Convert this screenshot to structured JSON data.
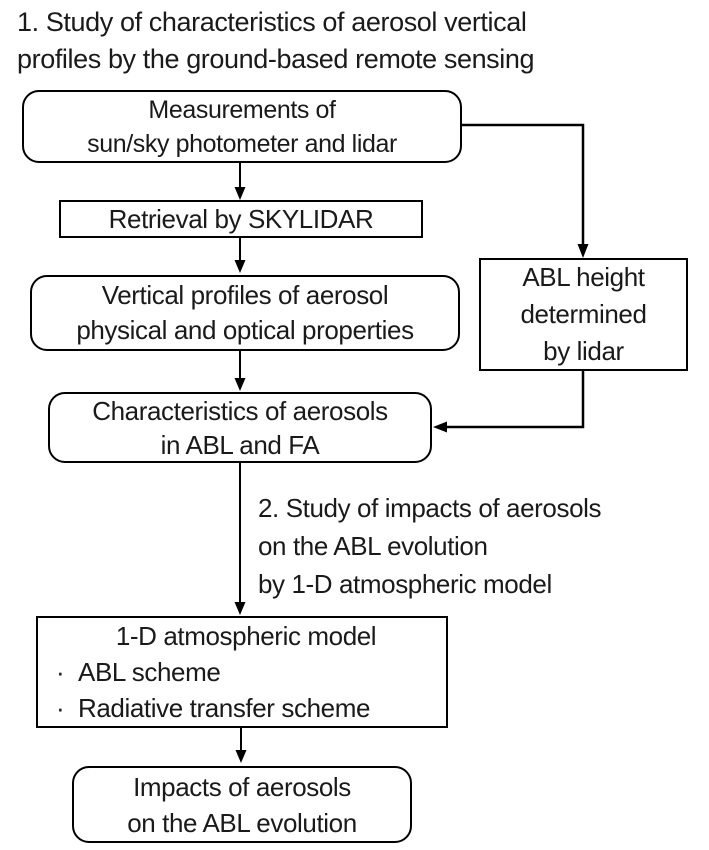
{
  "page": {
    "background_color": "#ffffff",
    "line_color": "#000000",
    "text_color": "#1a1a1a"
  },
  "headings": {
    "section1": "1. Study of characteristics of aerosol vertical\nprofiles by the ground-based remote sensing",
    "section2": "2. Study of impacts of aerosols\non the ABL evolution\nby 1-D atmospheric model"
  },
  "boxes": {
    "measurements": {
      "text": "Measurements of\nsun/sky photometer and lidar",
      "shape": "rounded"
    },
    "retrieval": {
      "text": "Retrieval by SKYLIDAR",
      "shape": "rectangle"
    },
    "vertical_profiles": {
      "text": "Vertical profiles of aerosol\nphysical and optical properties",
      "shape": "rounded"
    },
    "abl_height": {
      "text": "ABL height\ndetermined\nby lidar",
      "shape": "rectangle"
    },
    "characteristics": {
      "text": "Characteristics of aerosols\nin ABL and FA",
      "shape": "rounded"
    },
    "model": {
      "title": "1-D atmospheric model",
      "bullet_char": "·",
      "bullets": [
        "ABL scheme",
        "Radiative transfer scheme"
      ],
      "shape": "rectangle"
    },
    "impacts": {
      "text": "Impacts of aerosols\non the ABL evolution",
      "shape": "rounded"
    }
  }
}
